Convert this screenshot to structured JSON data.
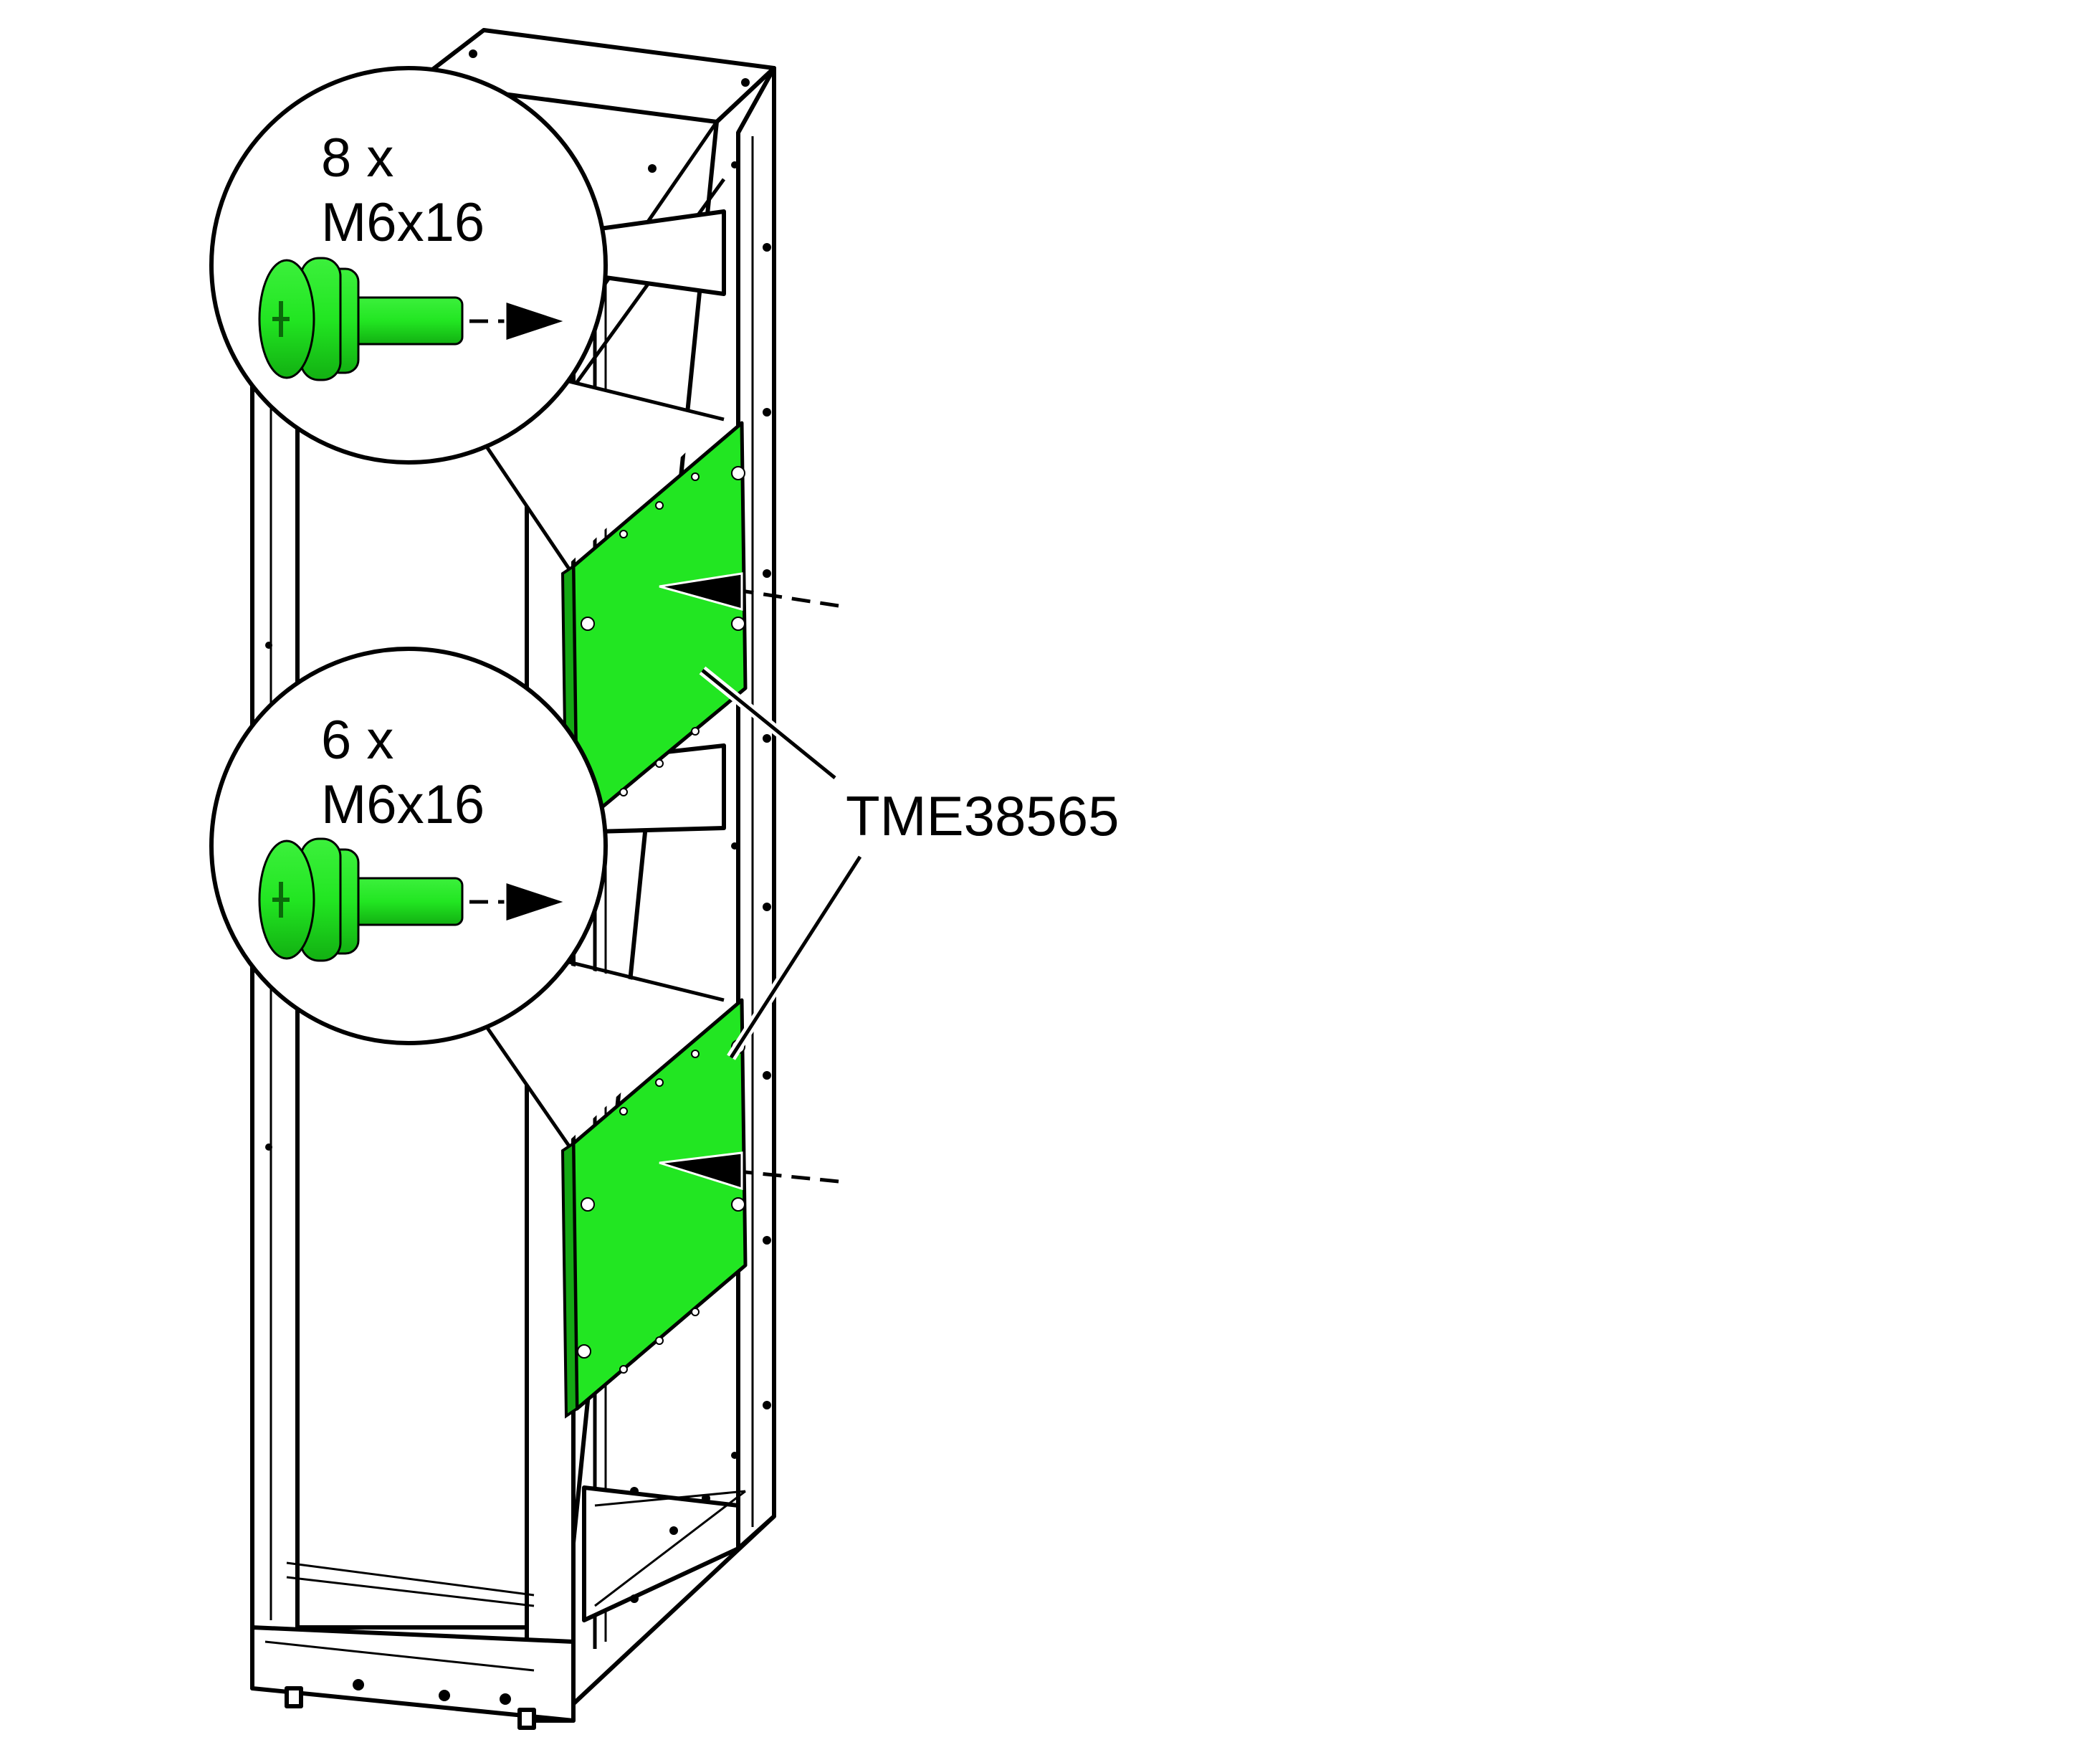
{
  "callouts": [
    {
      "id": "upper",
      "qty": "8 x",
      "spec": "M6x16",
      "icon": "screw-icon"
    },
    {
      "id": "lower",
      "qty": "6 x",
      "spec": "M6x16",
      "icon": "screw-icon"
    }
  ],
  "part_label": "TME38565",
  "colors": {
    "highlight": "#22e622",
    "highlight_dark": "#14a814",
    "line": "#000000",
    "background": "#ffffff"
  }
}
